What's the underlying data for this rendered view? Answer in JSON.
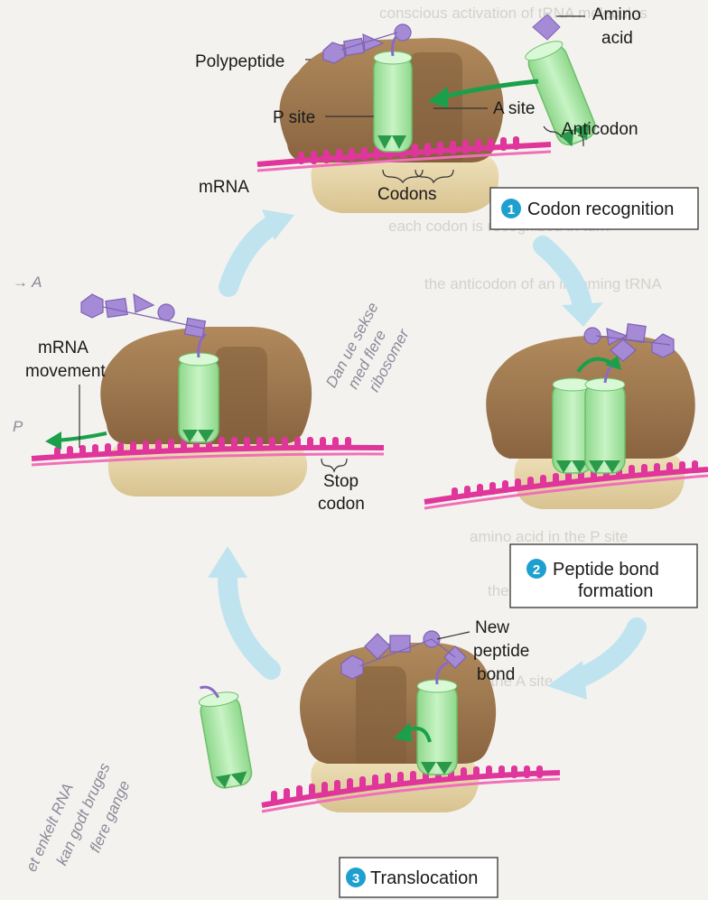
{
  "labels": {
    "amino_acid": [
      "Amino",
      "acid"
    ],
    "polypeptide": "Polypeptide",
    "p_site": "P site",
    "a_site": "A site",
    "anticodon": "Anticodon",
    "mrna": "mRNA",
    "codons": "Codons",
    "mrna_movement": [
      "mRNA",
      "movement"
    ],
    "stop_codon": [
      "Stop",
      "codon"
    ],
    "new_peptide_bond": [
      "New",
      "peptide",
      "bond"
    ]
  },
  "steps": [
    {
      "number": "1",
      "label": [
        "Codon recognition"
      ]
    },
    {
      "number": "2",
      "label": [
        "Peptide bond",
        "formation"
      ]
    },
    {
      "number": "3",
      "label": [
        "Translocation"
      ]
    }
  ],
  "handwriting": {
    "middle": [
      "Dan ue sekse",
      "med flere",
      "ribosomer"
    ],
    "bottom_left": [
      "et enkelt RNA",
      "kan godt bruges",
      "flere gange"
    ],
    "margin": [
      "→ A",
      "P"
    ]
  },
  "colors": {
    "ribosome_large": "#9f7a4e",
    "ribosome_small": "#e6d4a6",
    "trna": "#a6e6a3",
    "trna_anticodon": "#2a9a4a",
    "mrna": "#e0359b",
    "amino_acid": "#a58ad6",
    "arrow": "#bfe4ef",
    "step_badge": "#1ea0cf"
  }
}
